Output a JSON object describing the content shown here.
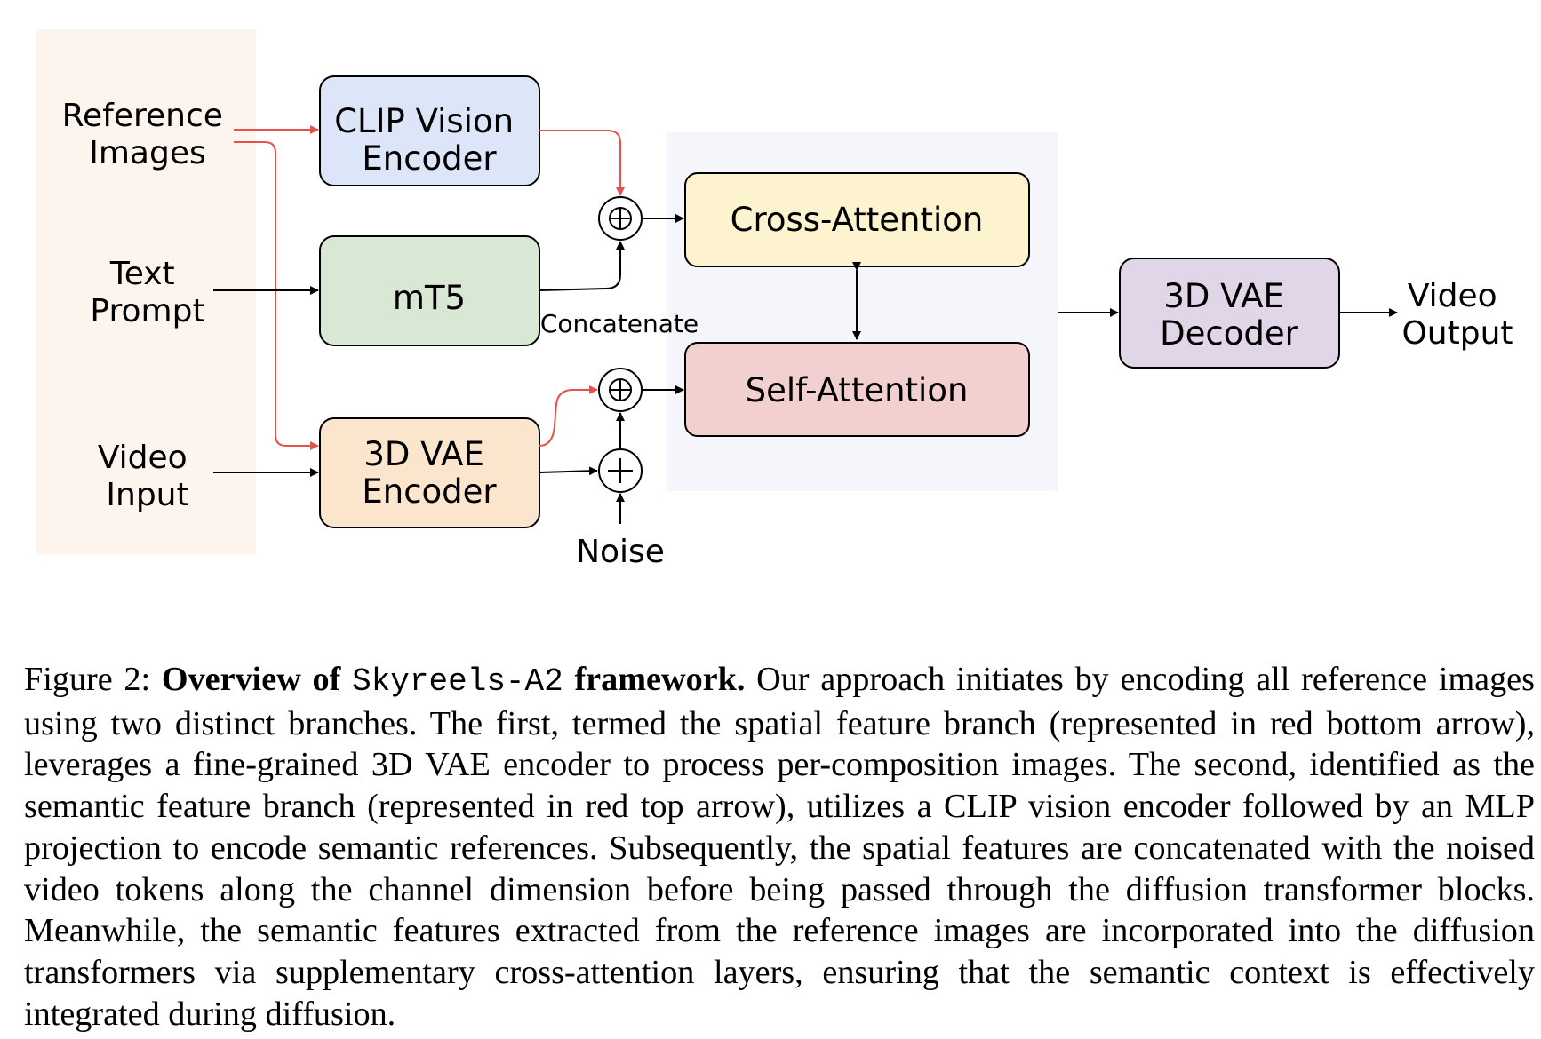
{
  "inputs": {
    "reference_images": [
      "Reference",
      "Images"
    ],
    "text_prompt": [
      "Text",
      "Prompt"
    ],
    "video_input": [
      "Video",
      "Input"
    ]
  },
  "blocks": {
    "clip": [
      "CLIP Vision",
      "Encoder"
    ],
    "mt5": "mT5",
    "vae_encoder": [
      "3D VAE",
      "Encoder"
    ],
    "cross_attention": "Cross-Attention",
    "self_attention": "Self-Attention",
    "vae_decoder": [
      "3D VAE",
      "Decoder"
    ]
  },
  "labels": {
    "concatenate": "Concatenate",
    "noise": "Noise",
    "video_output": [
      "Video",
      "Output"
    ]
  },
  "colors": {
    "input_panel": "#fdf4ee",
    "transformer_panel": "#f4f6fb",
    "clip": "#dce6f8",
    "mt5": "#d9e8d5",
    "vae_encoder": "#fbe5cc",
    "cross_attention": "#fdf3cf",
    "self_attention": "#f2d0d0",
    "vae_decoder": "#e1d5e8",
    "red_arrow": "#e8504a"
  },
  "caption": {
    "label": "Figure 2:",
    "bold_1": "Overview of",
    "mono": "Skyreels-A2",
    "bold_2": "framework.",
    "body": "Our approach initiates by encoding all reference images using two distinct branches. The first, termed the spatial feature branch (represented in red bottom arrow), leverages a fine-grained 3D VAE encoder to process per-composition images. The second, identified as the semantic feature branch (represented in red top arrow), utilizes a CLIP vision encoder followed by an MLP projection to encode semantic references. Subsequently, the spatial features are concatenated with the noised video tokens along the channel dimension before being passed through the diffusion transformer blocks. Meanwhile, the semantic features extracted from the reference images are incorporated into the diffusion transformers via supplementary cross-attention layers, ensuring that the semantic context is effectively integrated during diffusion."
  }
}
